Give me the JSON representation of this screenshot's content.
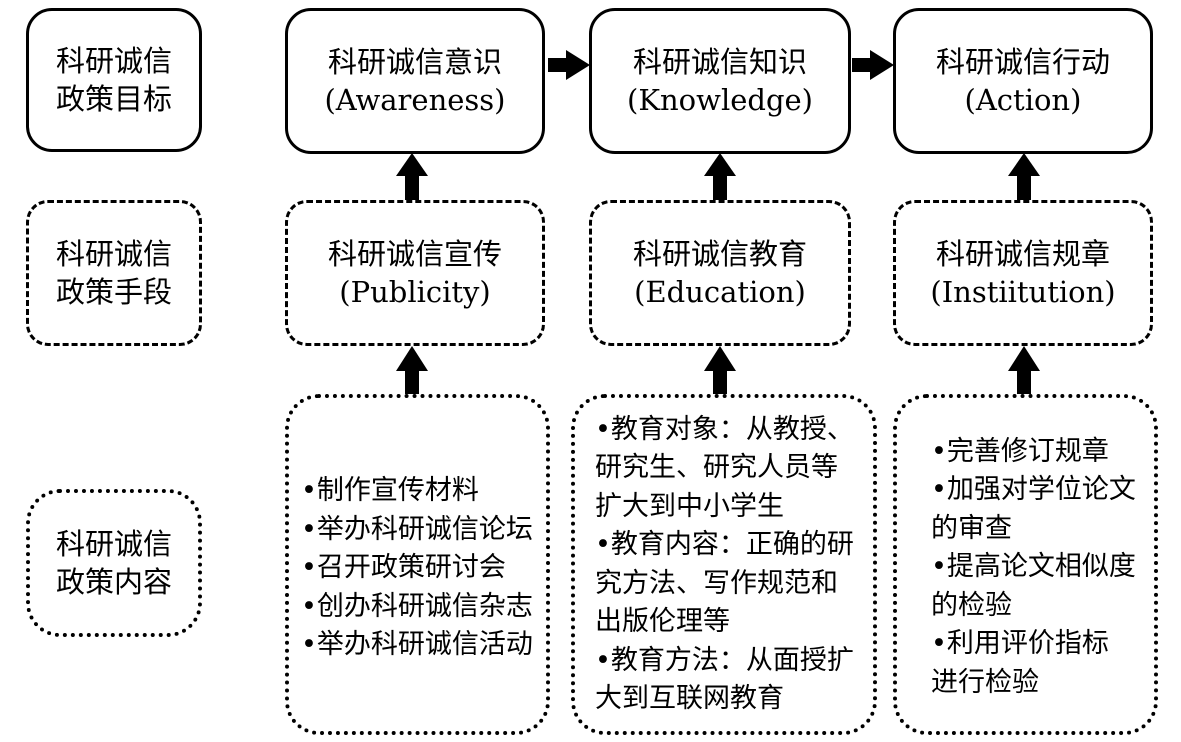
{
  "rows": {
    "goal": {
      "line1": "科研诚信",
      "line2": "政策目标"
    },
    "means": {
      "line1": "科研诚信",
      "line2": "政策手段"
    },
    "content": {
      "line1": "科研诚信",
      "line2": "政策内容"
    }
  },
  "goals": [
    {
      "zh": "科研诚信意识",
      "en": "(Awareness)"
    },
    {
      "zh": "科研诚信知识",
      "en": "(Knowledge)"
    },
    {
      "zh": "科研诚信行动",
      "en": "(Action)"
    }
  ],
  "means": [
    {
      "zh": "科研诚信宣传",
      "en": "(Publicity)"
    },
    {
      "zh": "科研诚信教育",
      "en": "(Education)"
    },
    {
      "zh": "科研诚信规章",
      "en": "(Instiitution)"
    }
  ],
  "contents": [
    {
      "items": [
        "•制作宣传材料",
        "•举办科研诚信论坛",
        "•召开政策研讨会",
        "•创办科研诚信杂志",
        "•举办科研诚信活动"
      ]
    },
    {
      "items": [
        "•教育对象：从教授、\n研究生、研究人员等\n扩大到中小学生",
        "•教育内容：正确的研\n究方法、写作规范和\n出版伦理等",
        "•教育方法：从面授扩\n大到互联网教育"
      ]
    },
    {
      "items": [
        "•完善修订规章",
        "•加强对学位论文\n的审查",
        "•提高论文相似度\n的检验",
        "•利用评价指标\n进行检验"
      ]
    }
  ]
}
